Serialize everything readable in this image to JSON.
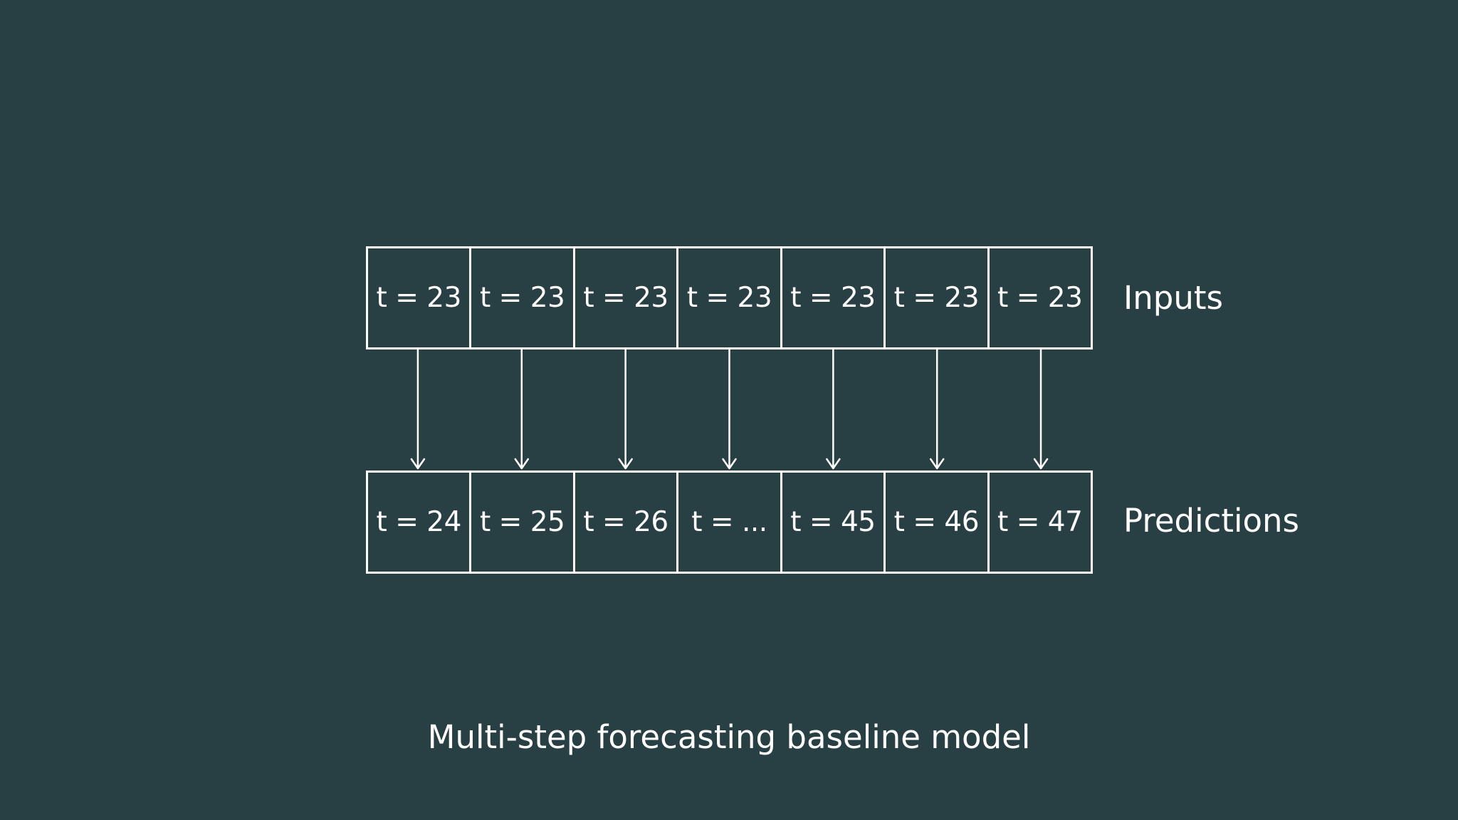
{
  "inputs": {
    "label": "Inputs",
    "cells": [
      "t = 23",
      "t = 23",
      "t = 23",
      "t = 23",
      "t = 23",
      "t = 23",
      "t = 23"
    ]
  },
  "predictions": {
    "label": "Predictions",
    "cells": [
      "t = 24",
      "t = 25",
      "t = 26",
      "t = ...",
      "t = 45",
      "t = 46",
      "t = 47"
    ]
  },
  "caption": "Multi-step forecasting baseline model",
  "colors": {
    "background": "#283f43",
    "foreground": "#ffffff"
  }
}
